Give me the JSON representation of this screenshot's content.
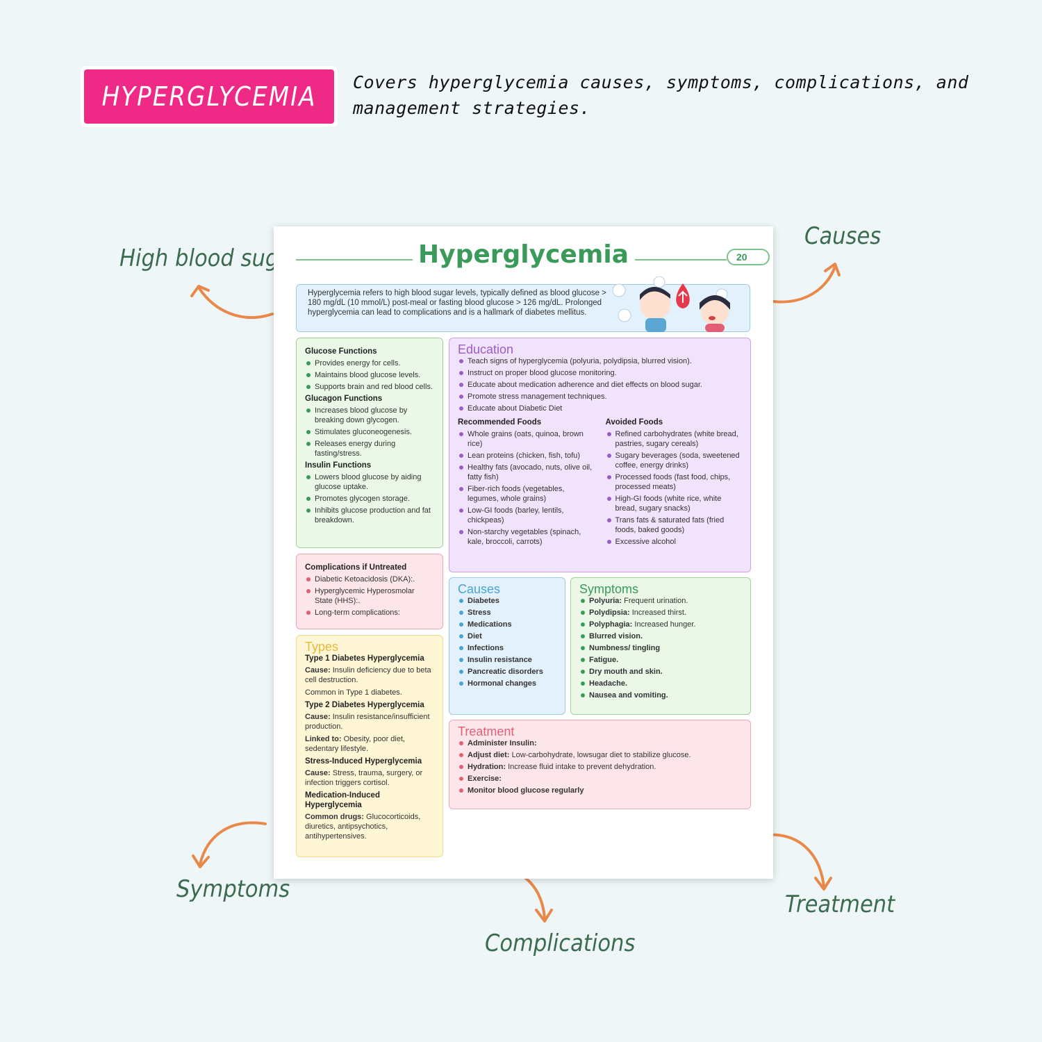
{
  "promo": {
    "tag": "HYPERGLYCEMIA",
    "description": "Covers hyperglycemia causes, symptoms, complications, and management strategies."
  },
  "callouts": {
    "high_blood_sugar": "High blood sugar",
    "causes": "Causes",
    "symptoms": "Symptoms",
    "complications": "Complications",
    "treatment": "Treatment"
  },
  "colors": {
    "brand_pink": "#ee2a86",
    "title_green": "#3a9a5a",
    "arrow_orange": "#e8894a"
  },
  "sheet": {
    "title": "Hyperglycemia",
    "page_number": "20",
    "intro": "Hyperglycemia refers to high blood sugar levels, typically defined as blood glucose > 180 mg/dL (10 mmol/L) post-meal or fasting blood glucose > 126 mg/dL. Prolonged hyperglycemia can lead to complications and is a hallmark of diabetes mellitus.",
    "functions": {
      "glucose_heading": "Glucose Functions",
      "glucose_items": [
        "Provides energy for cells.",
        "Maintains blood glucose levels.",
        "Supports brain and red blood cells."
      ],
      "glucagon_heading": "Glucagon Functions",
      "glucagon_items": [
        "Increases blood glucose by breaking down glycogen.",
        "Stimulates gluconeogenesis.",
        "Releases energy during fasting/stress."
      ],
      "insulin_heading": "Insulin Functions",
      "insulin_items": [
        "Lowers blood glucose by aiding glucose uptake.",
        "Promotes glycogen storage.",
        "Inhibits glucose production and fat breakdown."
      ]
    },
    "complications": {
      "heading": "Complications if Untreated",
      "items": [
        "Diabetic Ketoacidosis (DKA):.",
        "Hyperglycemic Hyperosmolar State (HHS):.",
        "Long-term complications:"
      ]
    },
    "types": {
      "heading": "Types",
      "t1_heading": "Type 1 Diabetes Hyperglycemia",
      "t1_cause_label": "Cause:",
      "t1_cause": "Insulin deficiency due to beta cell destruction.",
      "t1_common": "Common in Type 1 diabetes.",
      "t2_heading": "Type 2 Diabetes Hyperglycemia",
      "t2_cause_label": "Cause:",
      "t2_cause": "Insulin resistance/insufficient production.",
      "t2_linked_label": "Linked to:",
      "t2_linked": "Obesity, poor diet, sedentary lifestyle.",
      "stress_heading": "Stress-Induced Hyperglycemia",
      "stress_cause_label": "Cause:",
      "stress_cause": "Stress, trauma, surgery, or infection triggers cortisol.",
      "med_heading": "Medication-Induced Hyperglycemia",
      "med_drugs_label": "Common drugs:",
      "med_drugs": "Glucocorticoids, diuretics, antipsychotics, antihypertensives."
    },
    "education": {
      "heading": "Education",
      "items": [
        "Teach signs of hyperglycemia (polyuria, polydipsia, blurred vision).",
        "Instruct on proper blood glucose monitoring.",
        "Educate about medication adherence and diet effects on blood sugar.",
        "Promote stress management techniques.",
        "Educate about Diabetic Diet"
      ],
      "recommended_heading": "Recommended Foods",
      "recommended": [
        "Whole grains (oats, quinoa, brown rice)",
        "Lean proteins (chicken, fish, tofu)",
        "Healthy fats (avocado, nuts, olive oil, fatty fish)",
        "Fiber-rich foods (vegetables, legumes, whole grains)",
        "Low-GI foods (barley, lentils, chickpeas)",
        "Non-starchy vegetables (spinach, kale, broccoli, carrots)"
      ],
      "avoided_heading": "Avoided Foods",
      "avoided": [
        "Refined carbohydrates (white bread, pastries, sugary cereals)",
        "Sugary beverages (soda, sweetened coffee, energy drinks)",
        "Processed foods (fast food, chips, processed meats)",
        "High-GI foods (white rice, white bread, sugary snacks)",
        "Trans fats & saturated fats (fried foods, baked goods)",
        "Excessive alcohol"
      ]
    },
    "causes": {
      "heading": "Causes",
      "items": [
        "Diabetes",
        "Stress",
        "Medications",
        "Diet",
        "Infections",
        "Insulin resistance",
        "Pancreatic disorders",
        "Hormonal changes"
      ]
    },
    "symptoms": {
      "heading": "Symptoms",
      "items": [
        {
          "label": "Polyuria:",
          "text": "Frequent urination."
        },
        {
          "label": "Polydipsia:",
          "text": "Increased thirst."
        },
        {
          "label": "Polyphagia:",
          "text": "Increased hunger."
        },
        {
          "label": "Blurred vision.",
          "text": ""
        },
        {
          "label": "Numbness/ tingling",
          "text": ""
        },
        {
          "label": "Fatigue.",
          "text": ""
        },
        {
          "label": "Dry mouth and skin.",
          "text": ""
        },
        {
          "label": "Headache.",
          "text": ""
        },
        {
          "label": "Nausea and vomiting.",
          "text": ""
        }
      ]
    },
    "treatment": {
      "heading": "Treatment",
      "items": [
        {
          "label": "Administer Insulin:",
          "text": ""
        },
        {
          "label": "Adjust diet:",
          "text": "Low-carbohydrate, lowsugar diet to stabilize glucose."
        },
        {
          "label": "Hydration:",
          "text": "Increase fluid intake to prevent dehydration."
        },
        {
          "label": "Exercise:",
          "text": ""
        },
        {
          "label": "Monitor blood glucose regularly",
          "text": ""
        }
      ]
    }
  }
}
